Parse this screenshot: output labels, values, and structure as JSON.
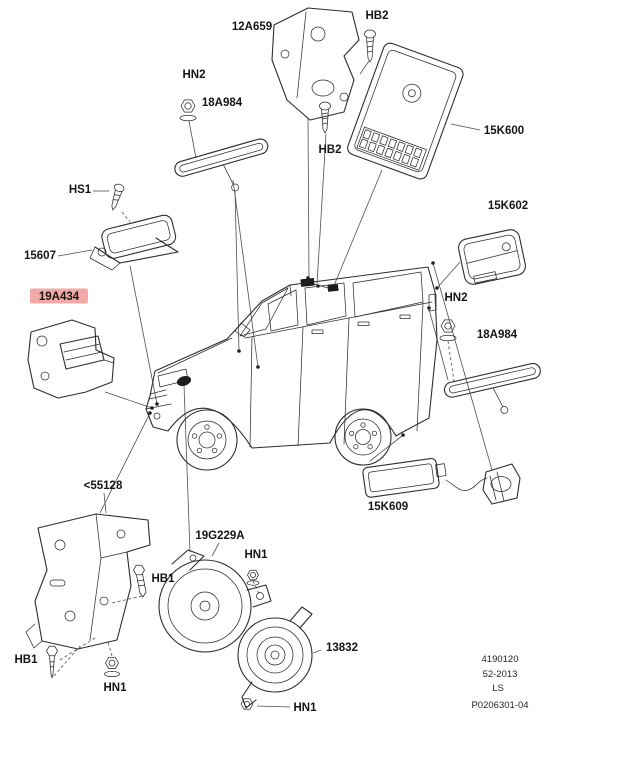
{
  "diagram": {
    "highlighted_part": "19A434",
    "highlight": {
      "color": "#f2aaa6"
    },
    "callouts": {
      "bracket_12a659": "12A659",
      "screw_hb2_top": "HB2",
      "nut_hn2_top": "HN2",
      "antenna_18a984_left": "18A984",
      "screw_hb2_mid": "HB2",
      "module_15k600": "15K600",
      "module_15k602": "15K602",
      "screw_hs1": "HS1",
      "module_15607": "15607",
      "sensor_19a434": "19A434",
      "nut_hn2_right": "HN2",
      "antenna_18a984_right": "18A984",
      "bracket_55128": "<55128",
      "siren_19g229a": "19G229A",
      "nut_hn1_siren": "HN1",
      "bolt_hb1_mid": "HB1",
      "horn_13832": "13832",
      "bolt_hb1_bottom": "HB1",
      "nut_hn1_bottom": "HN1",
      "nut_hn1_horn": "HN1",
      "module_15k609": "15K609"
    },
    "plate": {
      "line1": "4190120",
      "line2": "52-2013",
      "line3": "LS",
      "line4": "P0206301-04"
    }
  }
}
